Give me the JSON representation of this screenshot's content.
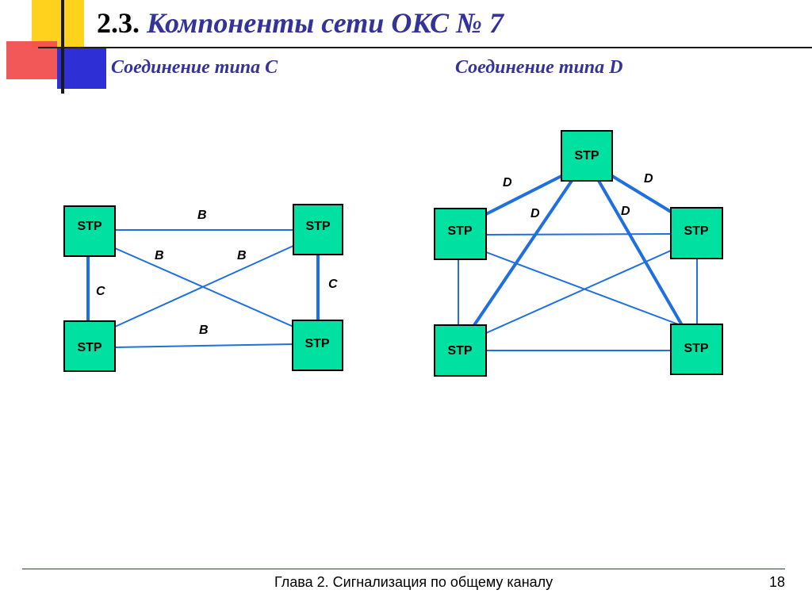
{
  "title": {
    "number": "2.3.",
    "text": "Компоненты сети ОКС № 7"
  },
  "subtitles": {
    "type_c": "Соединение типа C",
    "type_d": "Соединение типа D"
  },
  "node_label": "STP",
  "links": {
    "b": "B",
    "c": "C",
    "d": "D"
  },
  "footer": {
    "text": "Глава 2. Сигнализация по общему каналу",
    "page": "18"
  }
}
